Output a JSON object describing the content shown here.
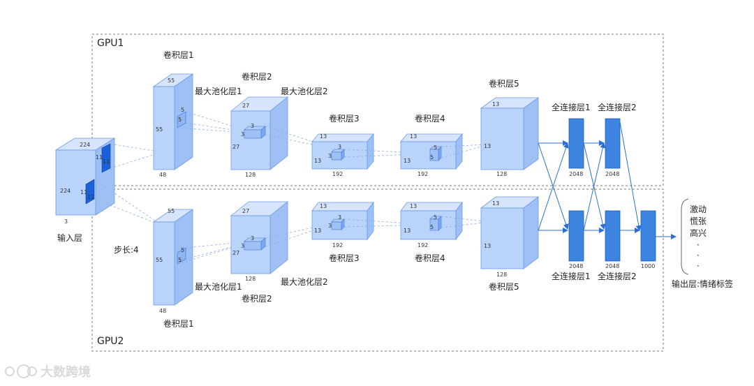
{
  "gpu1_label": "GPU1",
  "gpu2_label": "GPU2",
  "input_layer": {
    "label": "输入层",
    "dim_w": "224",
    "dim_h": "224",
    "depth": "3",
    "kernel_a": "11",
    "kernel_b": "11"
  },
  "stride_label": "步长:4",
  "top": {
    "conv1": {
      "label": "卷积层1",
      "dim_a": "55",
      "dim_b": "55",
      "depth": "48",
      "k_a": "5",
      "k_b": "5"
    },
    "pool1": "最大池化层1",
    "conv2": {
      "label": "卷积层2",
      "dim_a": "27",
      "dim_b": "27",
      "depth": "128",
      "k_a": "3",
      "k_b": "3"
    },
    "pool2": "最大池化层2",
    "conv3": {
      "label": "卷积层3",
      "dim_a": "13",
      "dim_b": "13",
      "depth": "192",
      "k_a": "3",
      "k_b": "3"
    },
    "conv4": {
      "label": "卷积层4",
      "dim_a": "13",
      "dim_b": "13",
      "depth": "192",
      "k_a": "5",
      "k_b": "5"
    },
    "conv5": {
      "label": "卷积层5",
      "dim_a": "13",
      "dim_b": "13",
      "depth": "128"
    },
    "fc1": {
      "label": "全连接层1",
      "size": "2048"
    },
    "fc2": {
      "label": "全连接层2",
      "size": "2048"
    }
  },
  "bottom": {
    "conv1": {
      "label": "卷积层1",
      "dim_a": "55",
      "dim_b": "55",
      "depth": "48",
      "k_a": "5",
      "k_b": "5"
    },
    "pool1": "最大池化层1",
    "conv2": {
      "label": "卷积层2",
      "dim_a": "27",
      "dim_b": "27",
      "depth": "128",
      "k_a": "3",
      "k_b": "3"
    },
    "pool2": "最大池化层2",
    "conv3": {
      "label": "卷积层3",
      "dim_a": "13",
      "dim_b": "13",
      "depth": "192",
      "k_a": "3",
      "k_b": "3"
    },
    "conv4": {
      "label": "卷积层4",
      "dim_a": "13",
      "dim_b": "13",
      "depth": "192",
      "k_a": "5",
      "k_b": "5"
    },
    "conv5": {
      "label": "卷积层5",
      "dim_a": "13",
      "dim_b": "13",
      "depth": "128"
    },
    "fc1": {
      "label": "全连接层1",
      "size": "2048"
    },
    "fc2": {
      "label": "全连接层2",
      "size": "2048"
    }
  },
  "fc3_size": "1000",
  "outputs": [
    "激动",
    "慌张",
    "高兴",
    "·",
    "·",
    "·"
  ],
  "output_label": "输出层:情绪标签",
  "watermark": "大数跨境",
  "colors": {
    "box_face": "#b9d3fb",
    "box_edge": "#6b9be8",
    "kernel": "#1b62d8",
    "fc": "#3d83e0",
    "arrow": "#2a6fd6",
    "dash": "#777777"
  }
}
